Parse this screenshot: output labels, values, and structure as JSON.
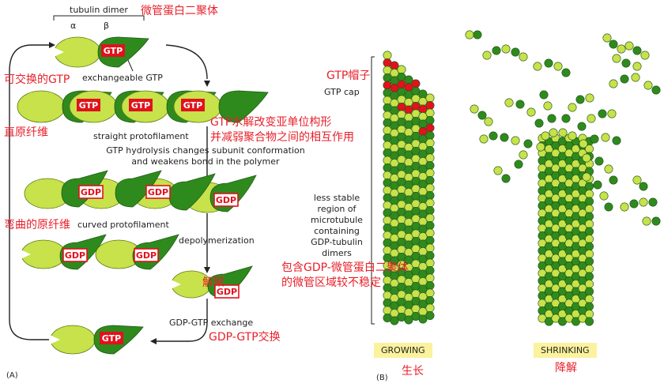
{
  "panel_a": {
    "label": "(A)",
    "tubulin_dimer": "tubulin dimer",
    "tubulin_dimer_cn": "微管蛋白二聚体",
    "alpha": "α",
    "beta": "β",
    "gtp": "GTP",
    "gdp": "GDP",
    "exchangeable_gtp": "exchangeable GTP",
    "exchangeable_gtp_cn": "可交换的GTP",
    "straight_protofilament": "straight protofilament",
    "straight_protofilament_cn": "直原纤维",
    "hydrolysis_line1": "GTP hydrolysis changes subunit conformation",
    "hydrolysis_line2": "and weakens bond in the polymer",
    "hydrolysis_cn_line1": "GTP水解改变亚单位构形",
    "hydrolysis_cn_line2": "并减弱聚合物之间的相互作用",
    "curved_protofilament": "curved protofilament",
    "curved_protofilament_cn": "弯曲的原纤维",
    "depolymerization": "depolymerization",
    "depolymerization_cn": "解聚",
    "exchange": "GDP-GTP exchange",
    "exchange_cn": "GDP-GTP交换"
  },
  "panel_b": {
    "label": "(B)",
    "gtp_cap": "GTP cap",
    "gtp_cap_cn": "GTP帽子",
    "less_stable": [
      "less stable",
      "region of",
      "microtubule",
      "containing",
      "GDP-tubulin",
      "dimers"
    ],
    "less_stable_cn_line1": "包含GDP-微管蛋白二聚体",
    "less_stable_cn_line2": "的微管区域较不稳定",
    "growing": "GROWING",
    "growing_cn": "生长",
    "shrinking": "SHRINKING",
    "shrinking_cn": "降解"
  },
  "colors": {
    "alpha": "#c7e24a",
    "beta": "#2f8a1e",
    "gtp_box": "#e1121c",
    "gdp_box": "#e1121c",
    "annotation": "#e8202a",
    "badge": "#fbf29e"
  }
}
